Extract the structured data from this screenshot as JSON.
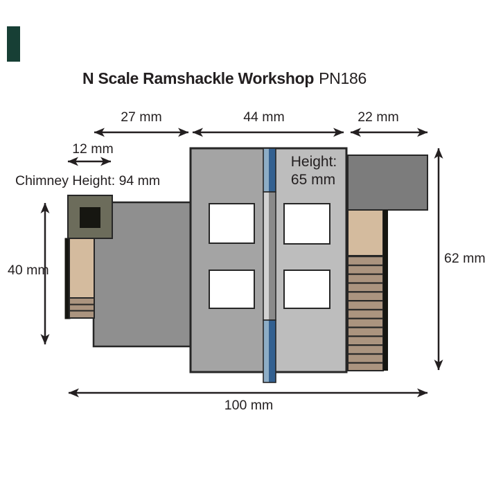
{
  "title": {
    "name": "N Scale Ramshackle Workshop",
    "code": "PN186"
  },
  "labels": {
    "width_left_section": "27 mm",
    "width_main_section": "44 mm",
    "width_right_section": "22 mm",
    "chimney_width": "12 mm",
    "chimney_height": "Chimney Height: 94 mm",
    "annexe_height": "40 mm",
    "rear_height": "62 mm",
    "total_width": "100 mm",
    "main_height_line1": "Height:",
    "main_height_line2": "65 mm"
  },
  "colors": {
    "text": "#231f20",
    "outline": "#262626",
    "brand_mark_green": "#173f35",
    "annexe_wall_gray": "#8f8f8f",
    "main_wall_left_gray": "#a4a4a4",
    "main_wall_right_gray": "#bdbdbd",
    "rear_wall_dark_gray": "#7c7c7c",
    "door_tan": "#d4bb9e",
    "steps_tan_dark": "#ab947f",
    "chimney_olive": "#6c6c5b",
    "near_black": "#161611",
    "pipe_blue_light": "#8eadc6",
    "pipe_blue_dark": "#336090",
    "pipe_gray_light": "#d2d2d2",
    "pipe_gray_dark": "#8a8a8a",
    "window_white": "#ffffff"
  }
}
